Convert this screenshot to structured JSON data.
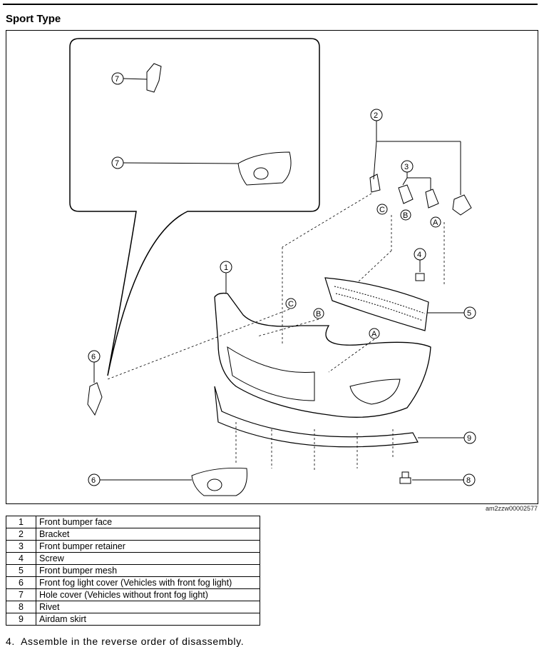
{
  "heading": "Sport Type",
  "figure_id": "am2zzw00002577",
  "callouts": {
    "c1": "1",
    "c2": "2",
    "c3": "3",
    "c4": "4",
    "c5": "5",
    "c6": "6",
    "c7": "7",
    "c8": "8",
    "c9": "9",
    "A": "A",
    "B": "B",
    "C": "C"
  },
  "parts": [
    {
      "no": "1",
      "name": "Front bumper face"
    },
    {
      "no": "2",
      "name": "Bracket"
    },
    {
      "no": "3",
      "name": "Front bumper retainer"
    },
    {
      "no": "4",
      "name": "Screw"
    },
    {
      "no": "5",
      "name": "Front bumper mesh"
    },
    {
      "no": "6",
      "name": "Front fog light cover (Vehicles with front fog light)"
    },
    {
      "no": "7",
      "name": "Hole cover (Vehicles without front fog light)"
    },
    {
      "no": "8",
      "name": "Rivet"
    },
    {
      "no": "9",
      "name": "Airdam skirt"
    }
  ],
  "step": {
    "number": "4.",
    "text": "Assemble in the reverse order of disassembly."
  }
}
